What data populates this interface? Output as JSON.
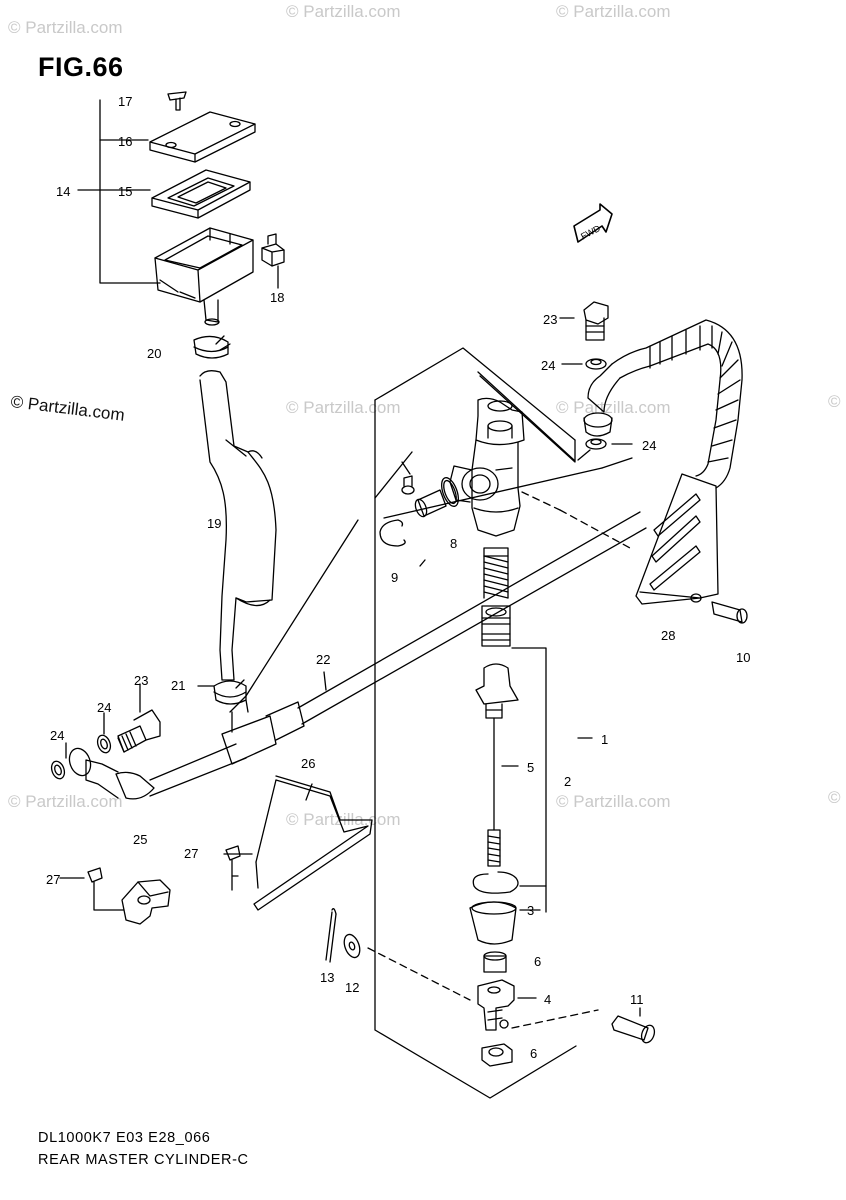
{
  "figure": {
    "title": "FIG.66",
    "code": "DL1000K7 E03 E28_066",
    "name": "REAR MASTER CYLINDER-C"
  },
  "watermark": {
    "text": "© Partzilla.com",
    "short": "© Partzilla.com",
    "corner": "©"
  },
  "direction_tag": "FWD",
  "callouts": [
    "17",
    "16",
    "15",
    "14",
    "18",
    "20",
    "19",
    "23",
    "24",
    "24",
    "21",
    "22",
    "23",
    "24",
    "24",
    "9",
    "8",
    "28",
    "10",
    "1",
    "5",
    "2",
    "26",
    "25",
    "27",
    "27",
    "3",
    "6",
    "13",
    "12",
    "4",
    "11",
    "6"
  ]
}
